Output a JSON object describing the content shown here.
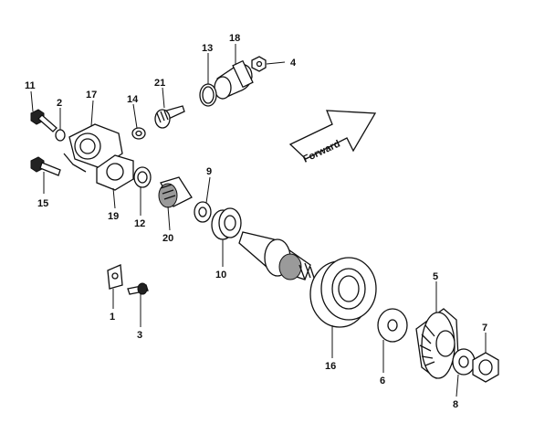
{
  "diagram": {
    "forward_label": "Forward",
    "callouts": {
      "p1": "1",
      "p2": "2",
      "p3": "3",
      "p4": "4",
      "p5": "5",
      "p6": "6",
      "p7": "7",
      "p8": "8",
      "p9": "9",
      "p10": "10",
      "p11": "11",
      "p12": "12",
      "p13": "13",
      "p14": "14",
      "p15": "15",
      "p16": "16",
      "p17": "17",
      "p18": "18",
      "p19": "19",
      "p20": "20",
      "p21": "21"
    }
  }
}
